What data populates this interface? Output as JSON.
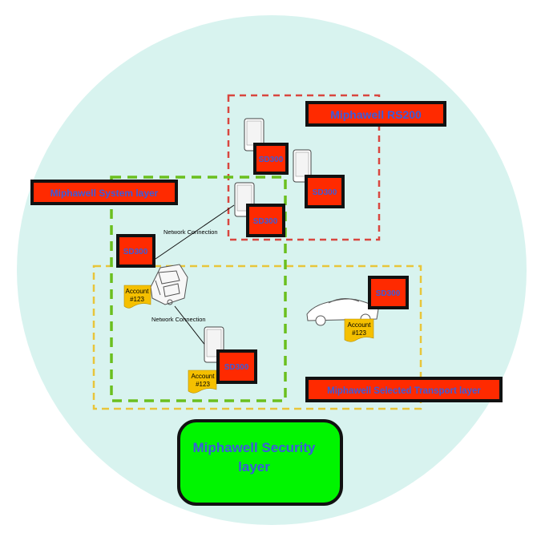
{
  "labels": {
    "rs200": "Miphawell RS200",
    "system_layer": "Miphawell System layer",
    "transport_layer": "Miphawell  Selected Transport layer",
    "security_line1": "Miphawell Security",
    "security_line2": "layer"
  },
  "device": {
    "sd300": "SD300"
  },
  "connections": {
    "network": "Network Connection"
  },
  "account": {
    "line1": "Account",
    "line2": "#123"
  },
  "colors": {
    "circle_fill": "#d8f3ef",
    "label_fill": "#ff2a00",
    "label_border": "#111111",
    "label_text": "#3b5bdb",
    "security_fill": "#00f500",
    "rs200_border": "#d9463f",
    "system_border": "#6abf1e",
    "transport_border": "#e8c53a",
    "tag_fill": "#f5c000"
  }
}
